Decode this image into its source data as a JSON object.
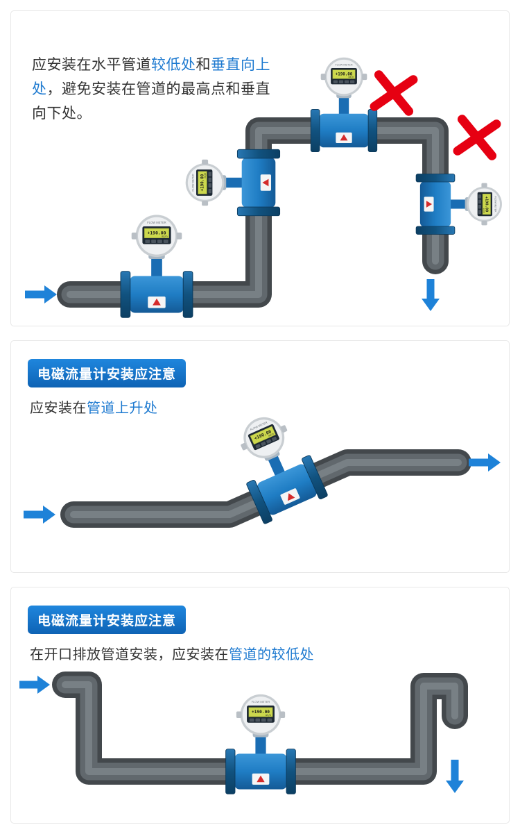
{
  "colors": {
    "highlight_blue": "#1e7ad0",
    "text_dark": "#333333",
    "badge_blue_top": "#1f86dd",
    "badge_blue_bottom": "#0e63b5",
    "arrow_blue": "#1e82d8",
    "error_red": "#e60012",
    "pipe_dark": "#43484c",
    "pipe_mid": "#61686d",
    "pipe_light": "#7d858a",
    "meter_body_blue": "#1f7dc4",
    "meter_flange_blue": "#11527f",
    "lcd_green": "#ccd84d"
  },
  "panel1": {
    "text_segments": [
      {
        "t": "应安装在水平管道",
        "c": "dark"
      },
      {
        "t": "较低处",
        "c": "blue"
      },
      {
        "t": "和",
        "c": "dark"
      },
      {
        "t": "垂直向上处",
        "c": "blue"
      },
      {
        "t": "，避免安装在管道的最高点和垂直向下处。",
        "c": "dark"
      }
    ]
  },
  "panel2": {
    "badge": "电磁流量计安装应注意",
    "text_segments": [
      {
        "t": "应安装在",
        "c": "dark"
      },
      {
        "t": "管道上升处",
        "c": "blue"
      }
    ]
  },
  "panel3": {
    "badge": "电磁流量计安装应注意",
    "text_segments": [
      {
        "t": "在开口排放管道安装，应安装在",
        "c": "dark"
      },
      {
        "t": "管道的较低处",
        "c": "blue"
      }
    ]
  },
  "meter": {
    "brand": "FLOW METER",
    "display_value": "+190.00",
    "display_sub": "m3/h"
  }
}
